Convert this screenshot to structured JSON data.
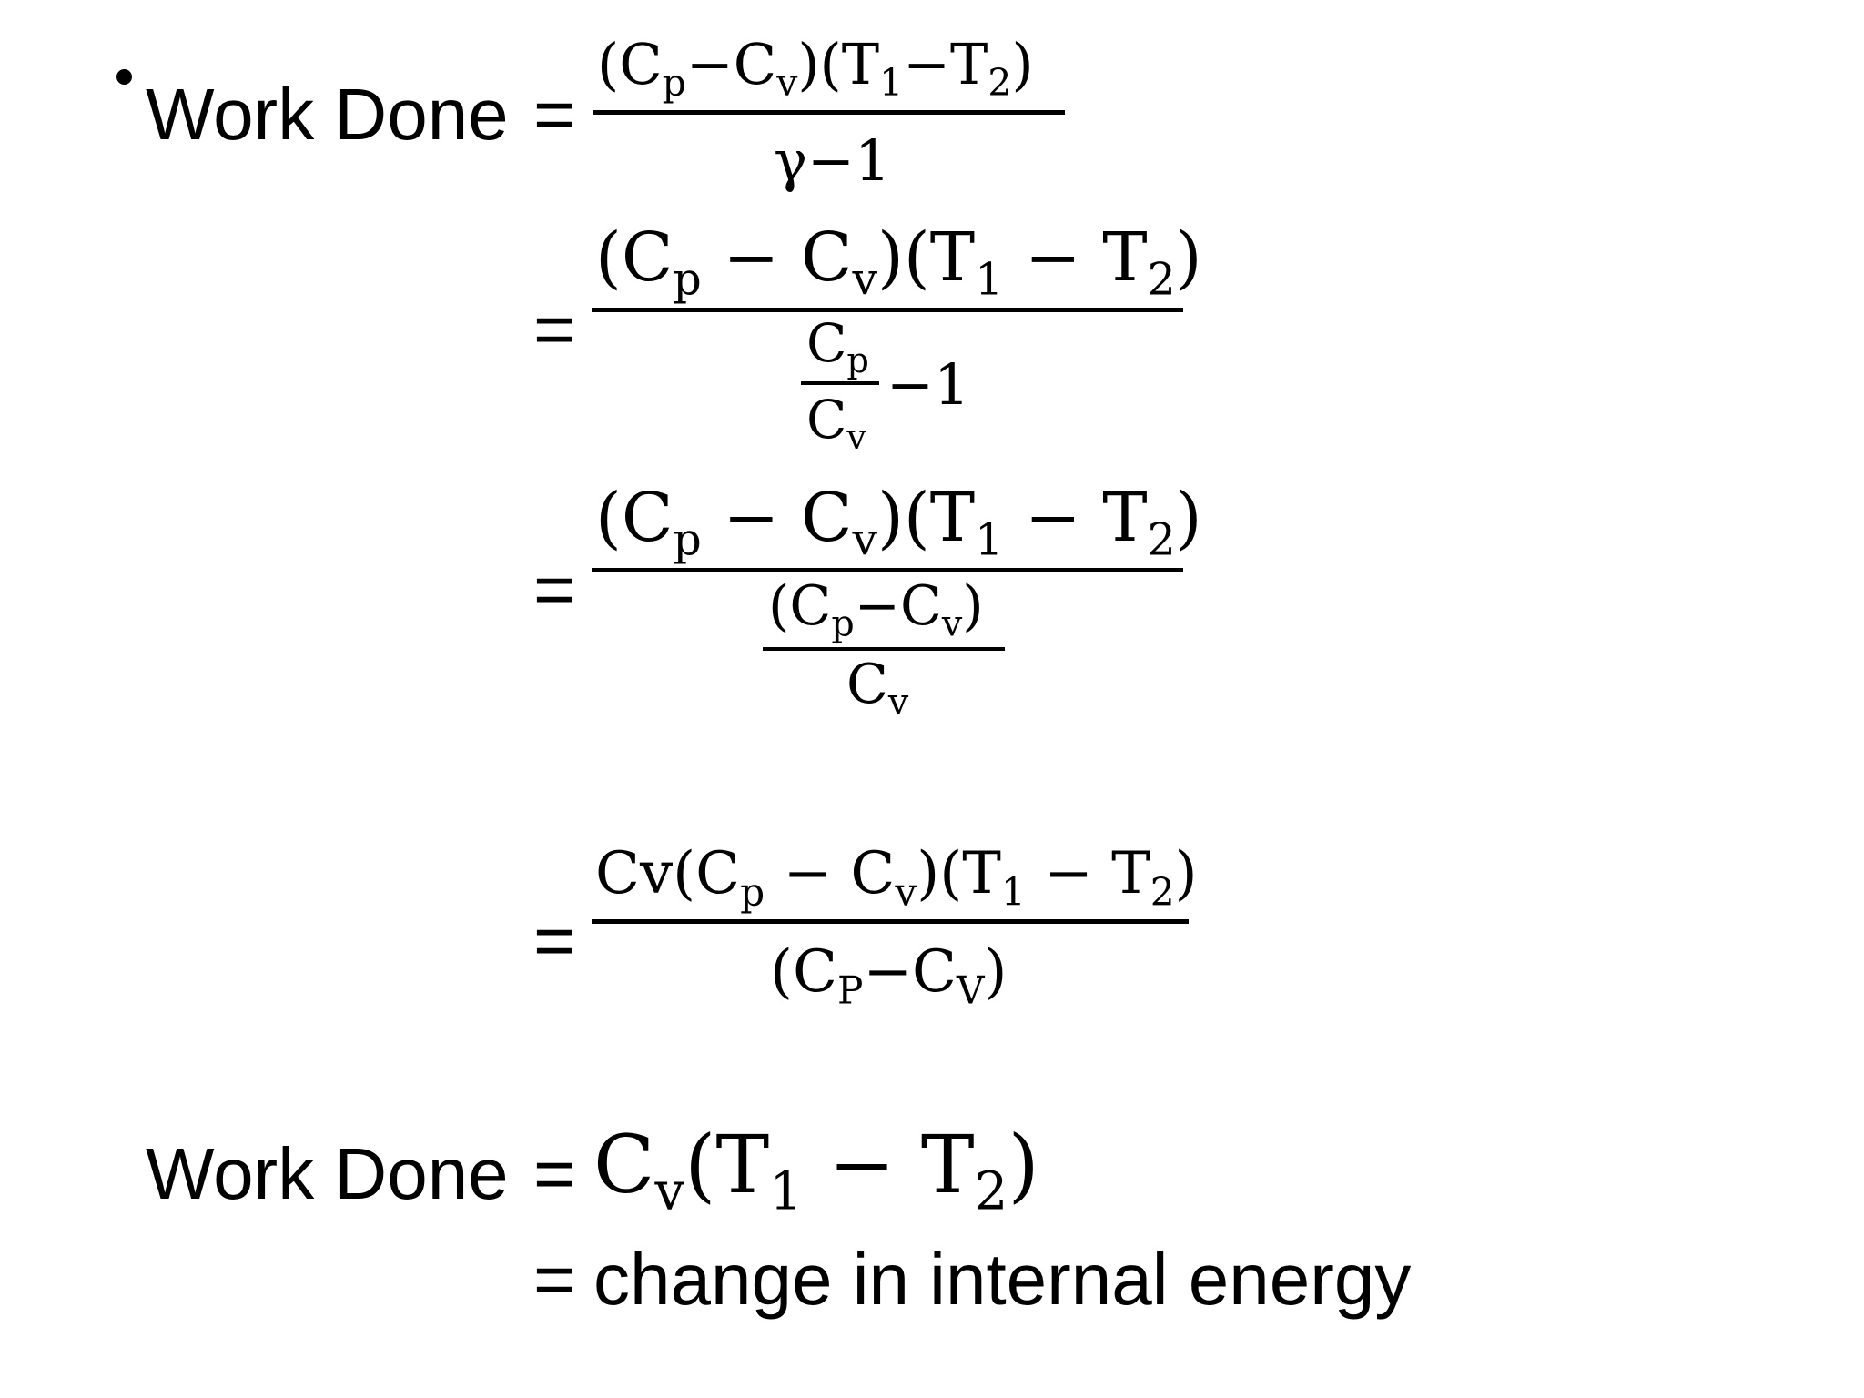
{
  "step0": {
    "label": "Work Done",
    "equals": "=",
    "numerator": "(C",
    "num_sub1": "p",
    "num_mid1": "−C",
    "num_sub2": "v",
    "num_mid2": ")(T",
    "num_sub3": "1",
    "num_mid3": "−T",
    "num_sub4": "2",
    "num_end": ")",
    "denominator": "γ−1"
  },
  "step1": {
    "equals": "=",
    "numerator": "(C",
    "num_sub1": "p",
    "num_mid1": " − C",
    "num_sub2": "v",
    "num_mid2": ")(T",
    "num_sub3": "1",
    "num_mid3": " − T",
    "num_sub4": "2",
    "num_end": ")",
    "den_top": "C",
    "den_top_sub": "p",
    "den_bottom": "C",
    "den_bottom_sub": "v",
    "den_tail": "−1"
  },
  "step2": {
    "equals": "=",
    "numerator": "(C",
    "num_sub1": "p",
    "num_mid1": " − C",
    "num_sub2": "v",
    "num_mid2": ")(T",
    "num_sub3": "1",
    "num_mid3": " − T",
    "num_sub4": "2",
    "num_end": ")",
    "den_top": "(C",
    "den_top_sub1": "p",
    "den_top_mid": "−C",
    "den_top_sub2": "v",
    "den_top_end": ")",
    "den_bottom": "C",
    "den_bottom_sub": "v"
  },
  "step3": {
    "equals": "=",
    "numerator": "Cv(C",
    "num_sub1": "p",
    "num_mid1": " − C",
    "num_sub2": "v",
    "num_mid2": ")(T",
    "num_sub3": "1",
    "num_mid3": " − T",
    "num_sub4": "2",
    "num_end": ")",
    "denominator": "(C",
    "den_sub1": "P",
    "den_mid": "−C",
    "den_sub2": "V",
    "den_end": ")"
  },
  "result": {
    "label": "Work Done",
    "equals": "=",
    "expr": "C",
    "expr_sub1": "v",
    "expr_mid": "(T",
    "expr_sub2": "1",
    "expr_mid2": " − T",
    "expr_sub3": "2",
    "expr_end": ")"
  },
  "conclusion": {
    "equals": "=",
    "text": "change in internal energy"
  }
}
